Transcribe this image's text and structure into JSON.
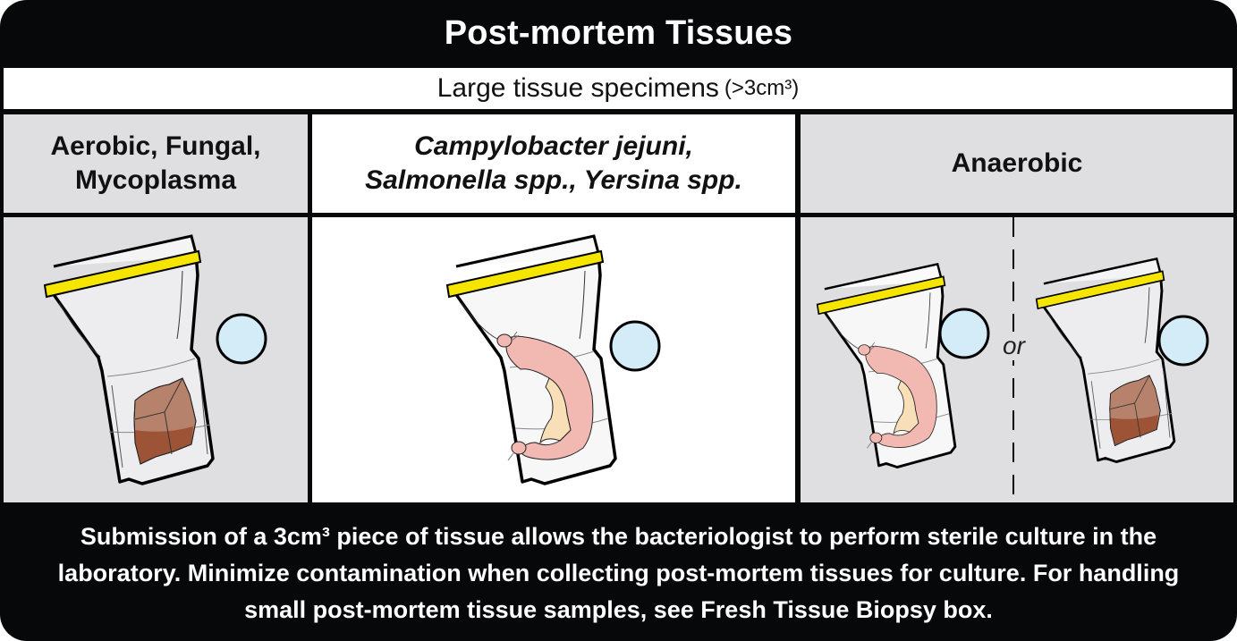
{
  "title": "Post-mortem Tissues",
  "subtitle": {
    "main": "Large tissue specimens",
    "note": "(>3cm³)"
  },
  "columns": [
    {
      "header_line1": "Aerobic, Fungal,",
      "header_line2": "Mycoplasma",
      "illustration": "specimen-bag-with-tissue-cube-and-swab-cap"
    },
    {
      "header_line1": "Campylobacter jejuni,",
      "header_line2": "Salmonella spp., Yersina spp.",
      "illustration": "specimen-bag-with-tied-intestine-loop-and-swab-cap"
    },
    {
      "header_line1": "Anaerobic",
      "illustration_left": "specimen-bag-with-tied-intestine-loop-and-swab-cap",
      "separator_text": "or",
      "illustration_right": "specimen-bag-with-tissue-cube-and-swab-cap"
    }
  ],
  "footer": {
    "text": "Submission of a 3cm³ piece of tissue allows the bacteriologist to perform sterile culture in the laboratory. Minimize contamination when collecting post-mortem tissues for culture. For handling small post-mortem tissue samples, see Fresh Tissue Biopsy box."
  },
  "colors": {
    "frame": "#060809",
    "header_gray": "#dfdfe1",
    "bag_fill": "#ededef",
    "bag_seal_yellow": "#f5e500",
    "swab_cap_blue": "#d3ecf8",
    "tissue_top": "#b7826c",
    "tissue_bottom": "#9d5336",
    "intestine_pink": "#f2b9b2",
    "mesentery_tan": "#f8dfb8"
  }
}
